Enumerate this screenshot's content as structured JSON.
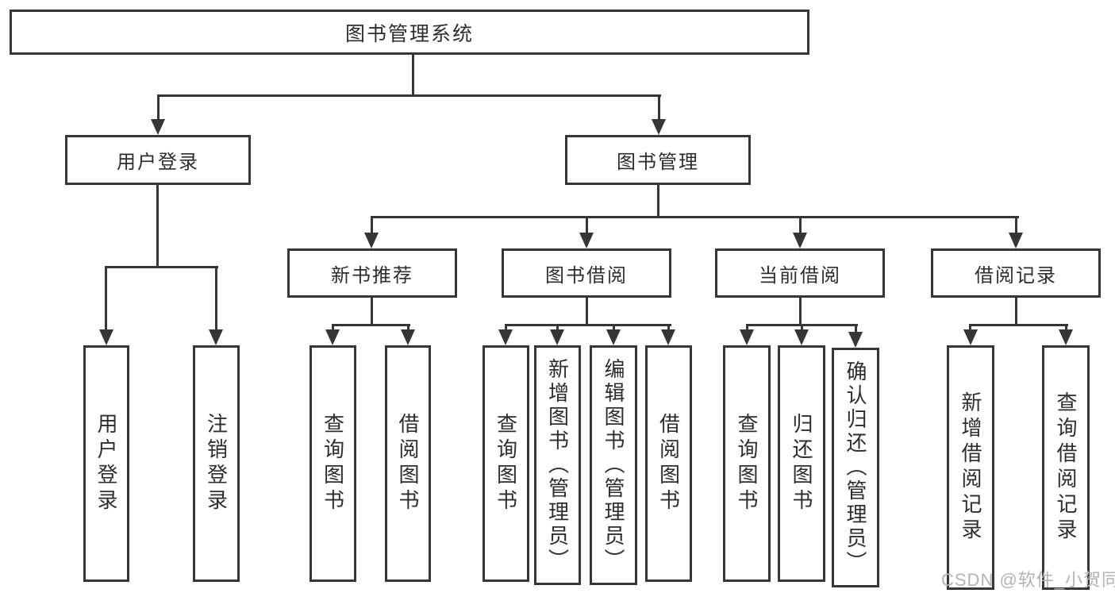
{
  "tree": {
    "root": {
      "label": "图书管理系统",
      "children": [
        {
          "label": "用户登录",
          "children": [
            {
              "label": "用户登录"
            },
            {
              "label": "注销登录"
            }
          ]
        },
        {
          "label": "图书管理",
          "children": [
            {
              "label": "新书推荐",
              "children": [
                {
                  "label": "查询图书"
                },
                {
                  "label": "借阅图书"
                }
              ]
            },
            {
              "label": "图书借阅",
              "children": [
                {
                  "label": "查询图书"
                },
                {
                  "label": "新增图书（管理员）"
                },
                {
                  "label": "编辑图书（管理员）"
                },
                {
                  "label": "借阅图书"
                }
              ]
            },
            {
              "label": "当前借阅",
              "children": [
                {
                  "label": "查询图书"
                },
                {
                  "label": "归还图书"
                },
                {
                  "label": "确认归还（管理员）"
                }
              ]
            },
            {
              "label": "借阅记录",
              "children": [
                {
                  "label": "新增借阅记录"
                },
                {
                  "label": "查询借阅记录"
                }
              ]
            }
          ]
        }
      ]
    }
  },
  "watermark": {
    "text": "CSDN @软件_小贺同学"
  },
  "colors": {
    "line": "#363636",
    "text": "#2d2d2d",
    "watermark": "#b3b3b3",
    "background": "#ffffff"
  }
}
